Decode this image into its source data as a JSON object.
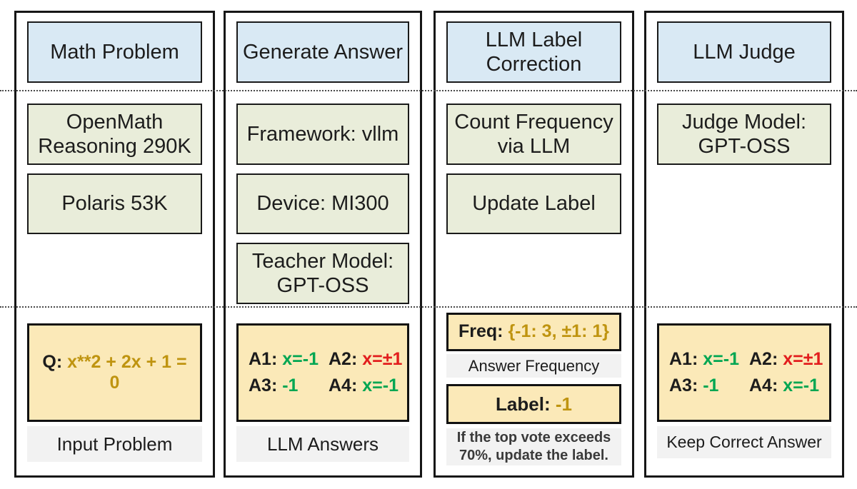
{
  "palette": {
    "header_fill": "#d9e9f4",
    "step_fill": "#e9edda",
    "example_fill": "#fbe9b8",
    "caption_fill": "#f2f2f2",
    "gold_text": "#bf9410",
    "green_text": "#00a652",
    "red_text": "#e21d1d",
    "border": "#1a1a1a"
  },
  "columns": [
    {
      "header": "Math Problem",
      "steps": [
        "OpenMath Reasoning 290K",
        "Polaris 53K"
      ],
      "question": {
        "prefix": "Q: ",
        "value": "x**2 + 2x + 1 = 0",
        "color": "gold"
      },
      "caption": "Input Problem"
    },
    {
      "header": "Generate Answer",
      "steps": [
        "Framework: vllm",
        "Device: MI300",
        "Teacher Model: GPT-OSS"
      ],
      "answers": [
        {
          "prefix": "A1: ",
          "value": "x=-1",
          "color": "green"
        },
        {
          "prefix": "A2: ",
          "value": "x=±1",
          "color": "red"
        },
        {
          "prefix": "A3: ",
          "value": "-1",
          "color": "green"
        },
        {
          "prefix": "A4: ",
          "value": "x=-1",
          "color": "green"
        }
      ],
      "caption": "LLM Answers"
    },
    {
      "header": "LLM Label Correction",
      "steps": [
        "Count Frequency via LLM",
        "Update Label"
      ],
      "freq": {
        "prefix": "Freq: ",
        "value": "{-1: 3, ±1: 1}",
        "color": "gold"
      },
      "freq_caption": "Answer Frequency",
      "label": {
        "prefix": "Label: ",
        "value": "-1",
        "color": "gold"
      },
      "note": "If the top vote exceeds 70%, update the label."
    },
    {
      "header": "LLM Judge",
      "steps": [
        "Judge Model: GPT-OSS"
      ],
      "answers": [
        {
          "prefix": "A1: ",
          "value": "x=-1",
          "color": "green"
        },
        {
          "prefix": "A2: ",
          "value": "x=±1",
          "color": "red"
        },
        {
          "prefix": "A3: ",
          "value": "-1",
          "color": "green"
        },
        {
          "prefix": "A4: ",
          "value": "x=-1",
          "color": "green"
        }
      ],
      "caption": "Keep Correct Answer"
    }
  ]
}
